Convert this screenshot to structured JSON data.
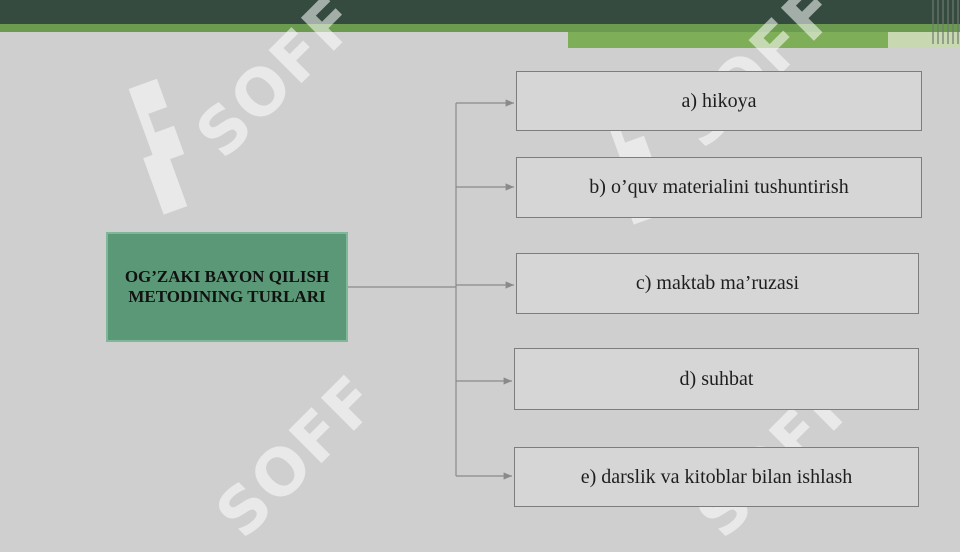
{
  "colors": {
    "top_bar": "#354b3f",
    "stripe": "#6a9b4f",
    "accent": "#7fae58",
    "main_node_fill": "#5b9878",
    "node_fill": "#d6d6d6",
    "connector": "#8a8a8a"
  },
  "watermark": {
    "text": "SOFF"
  },
  "diagram": {
    "main_node": "OG’ZAKI BAYON QILISH METODINING TURLARI",
    "branches": [
      "a) hikoya",
      "b) o’quv materialini tushuntirish",
      "c) maktab ma’ruzasi",
      "d) suhbat",
      "e) darslik va kitoblar bilan ishlash"
    ]
  }
}
